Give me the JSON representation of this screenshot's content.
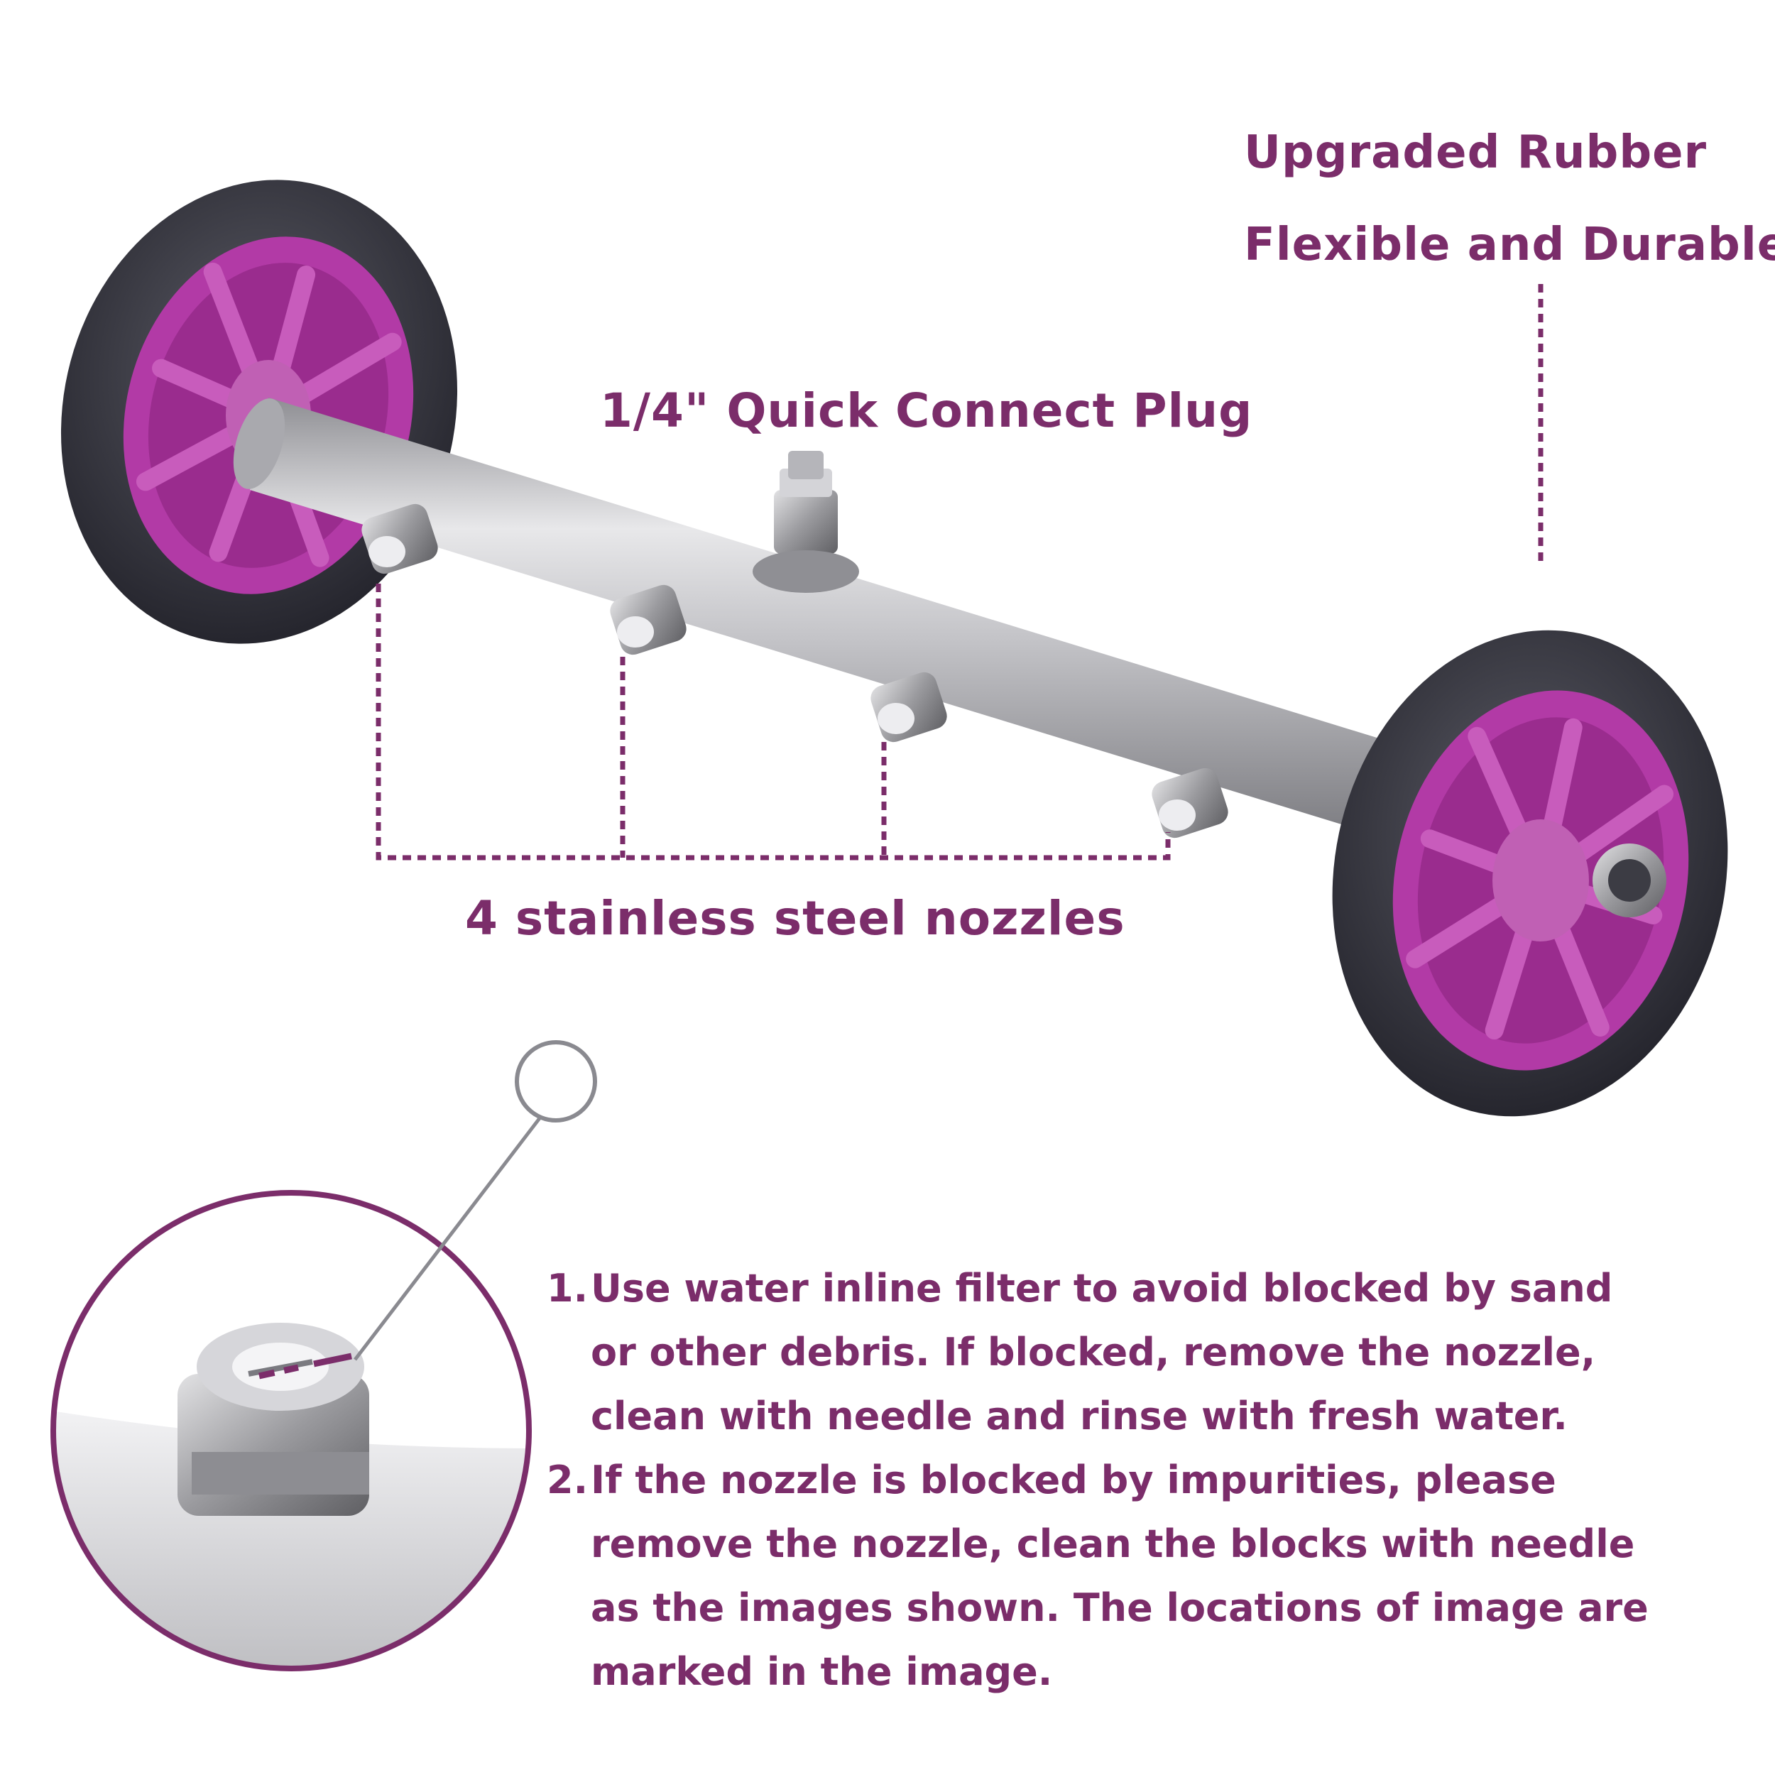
{
  "labels": {
    "rubber_line1": "Upgraded Rubber",
    "rubber_line2": "Flexible and Durable",
    "plug": "1/4\" Quick Connect Plug",
    "nozzles": "4 stainless steel nozzles"
  },
  "instructions": [
    {
      "number": "1.",
      "lines": [
        "Use water inline filter to avoid blocked by sand",
        "or other debris. If blocked, remove the nozzle,",
        "clean with needle and rinse with fresh water."
      ]
    },
    {
      "number": "2.",
      "lines": [
        "If the nozzle is blocked by impurities, please",
        "remove the nozzle, clean the blocks with needle",
        "as the images shown. The locations of image are",
        "marked in the image."
      ]
    }
  ],
  "colors": {
    "accent": "#7b2d6a",
    "wheel_hub": "#a8289a",
    "tire": "#3a3a44",
    "steel": "#c9c9cc"
  },
  "icons": [
    "wheel-icon",
    "needle-icon",
    "nozzle-icon"
  ]
}
